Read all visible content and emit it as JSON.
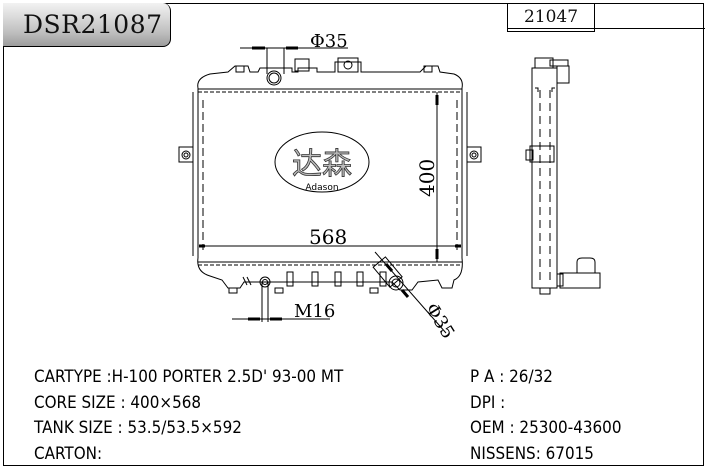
{
  "header": {
    "model_code": "DSR21087",
    "reference_code": "21047"
  },
  "drawing": {
    "front_view": {
      "dimension_inlet_top": "Φ35",
      "dimension_width": "568",
      "dimension_height": "400",
      "dimension_thread": "M16",
      "dimension_outlet_bottom": "Φ35"
    },
    "logo": {
      "chinese_text": "达森",
      "brand": "Adason"
    }
  },
  "specs": {
    "left": [
      {
        "label": "CARTYPE",
        "sep": " :",
        "value": "H-100 PORTER 2.5D' 93-00 MT"
      },
      {
        "label": "CORE SIZE",
        "sep": " : ",
        "value": "400×568"
      },
      {
        "label": "TANK SIZE",
        "sep": " : ",
        "value": "53.5/53.5×592"
      },
      {
        "label": "CARTON",
        "sep": ":",
        "value": ""
      }
    ],
    "right": [
      {
        "label": "P A",
        "sep": " : ",
        "value": "26/32"
      },
      {
        "label": "DPI",
        "sep": " :",
        "value": ""
      },
      {
        "label": "OEM",
        "sep": " : ",
        "value": "25300-43600"
      },
      {
        "label": "NISSENS",
        "sep": ": ",
        "value": "67015"
      }
    ]
  }
}
